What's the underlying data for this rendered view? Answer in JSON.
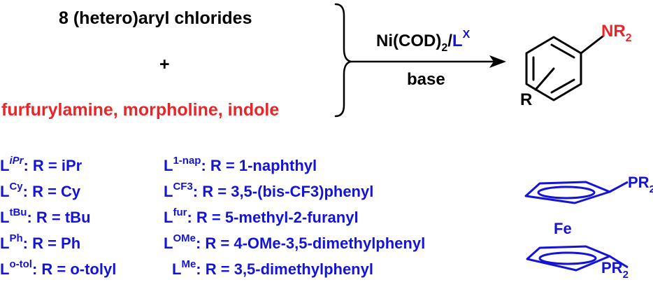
{
  "reaction": {
    "reactant_1": "8 (hetero)aryl chlorides",
    "plus": "+",
    "reactant_2": "furfurylamine, morpholine, indole",
    "catalyst_main": "Ni(COD)",
    "catalyst_sub": "2",
    "catalyst_slash": "/",
    "catalyst_ligand": "L",
    "catalyst_ligand_sup": "X",
    "base": "base"
  },
  "product": {
    "substituent_main": "NR",
    "substituent_sub": "2",
    "ring_substituent": "R"
  },
  "ligands": {
    "left": [
      {
        "prefix": "L",
        "sup": "iPr",
        "sep": ": R = ",
        "value": "iPr"
      },
      {
        "prefix": "L",
        "sup": "Cy",
        "sep": ": R = ",
        "value": "Cy"
      },
      {
        "prefix": "L",
        "sup": "tBu",
        "sep": ": R = ",
        "value": "tBu"
      },
      {
        "prefix": "L",
        "sup": "Ph",
        "sep": ": R = ",
        "value": "Ph"
      },
      {
        "prefix": "L",
        "sup": "o-tol",
        "sep": ": R = ",
        "value": "o-tolyl"
      }
    ],
    "right": [
      {
        "prefix": "L",
        "sup": "1-nap",
        "sep": ": R = ",
        "value": "1-naphthyl"
      },
      {
        "prefix": "L",
        "sup": "CF3",
        "sep": ": R = ",
        "value": "3,5-(bis-CF3)phenyl"
      },
      {
        "prefix": "L",
        "sup": "fur",
        "sep": ": R = ",
        "value": "5-methyl-2-furanyl"
      },
      {
        "prefix": "L",
        "sup": "OMe",
        "sep": ": R = ",
        "value": "4-OMe-3,5-dimethylphenyl"
      },
      {
        "prefix": "L",
        "sup": "Me",
        "sep": ": R = ",
        "value": "3,5-dimethylphenyl"
      }
    ]
  },
  "ferrocene": {
    "metal": "Fe",
    "top_group_main": "PR",
    "top_group_sub": "2",
    "bottom_group_main": "PR",
    "bottom_group_sub": "2"
  },
  "colors": {
    "text": "#000000",
    "highlight": "#e8262a",
    "ligand": "#1414d8"
  }
}
